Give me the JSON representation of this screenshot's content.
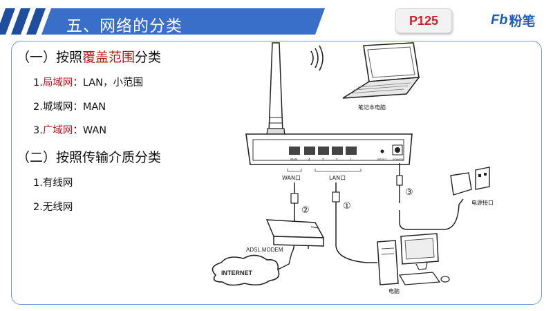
{
  "header": {
    "title": "五、网络的分类",
    "page_ref": "P125",
    "brand_mark": "Fb",
    "brand_name": "粉笔"
  },
  "sections": [
    {
      "prefix": "（一）按照",
      "highlight": "覆盖范围",
      "suffix": "分类",
      "items": [
        {
          "num": "1.",
          "highlight": "局域网",
          "rest": "：LAN，小范围"
        },
        {
          "num": "2.",
          "highlight": "",
          "rest": "城域网：MAN"
        },
        {
          "num": "3.",
          "highlight": "广域网",
          "rest": "：WAN"
        }
      ]
    },
    {
      "prefix": "（二）按照传输介质分类",
      "highlight": "",
      "suffix": "",
      "items": [
        {
          "num": "1.",
          "highlight": "",
          "rest": "有线网"
        },
        {
          "num": "2.",
          "highlight": "",
          "rest": "无线网"
        }
      ]
    }
  ],
  "diagram": {
    "laptop_label": "笔记本电脑",
    "wan_port_label": "WAN口",
    "lan_port_label": "LAN口",
    "power_label": "电源接口",
    "modem_label": "ADSL MODEM",
    "internet_label": "INTERNET",
    "computer_label": "电脑",
    "router_port_labels": [
      "WAN",
      "4",
      "3",
      "2",
      "1",
      "RESET",
      "POWER"
    ],
    "step_markers": [
      "①",
      "②",
      "③"
    ]
  },
  "colors": {
    "accent_blue": "#1f5fbf",
    "title_bar": "#3a6fc9",
    "highlight_red": "#c0131b",
    "panel_border": "#6f9ad8"
  }
}
